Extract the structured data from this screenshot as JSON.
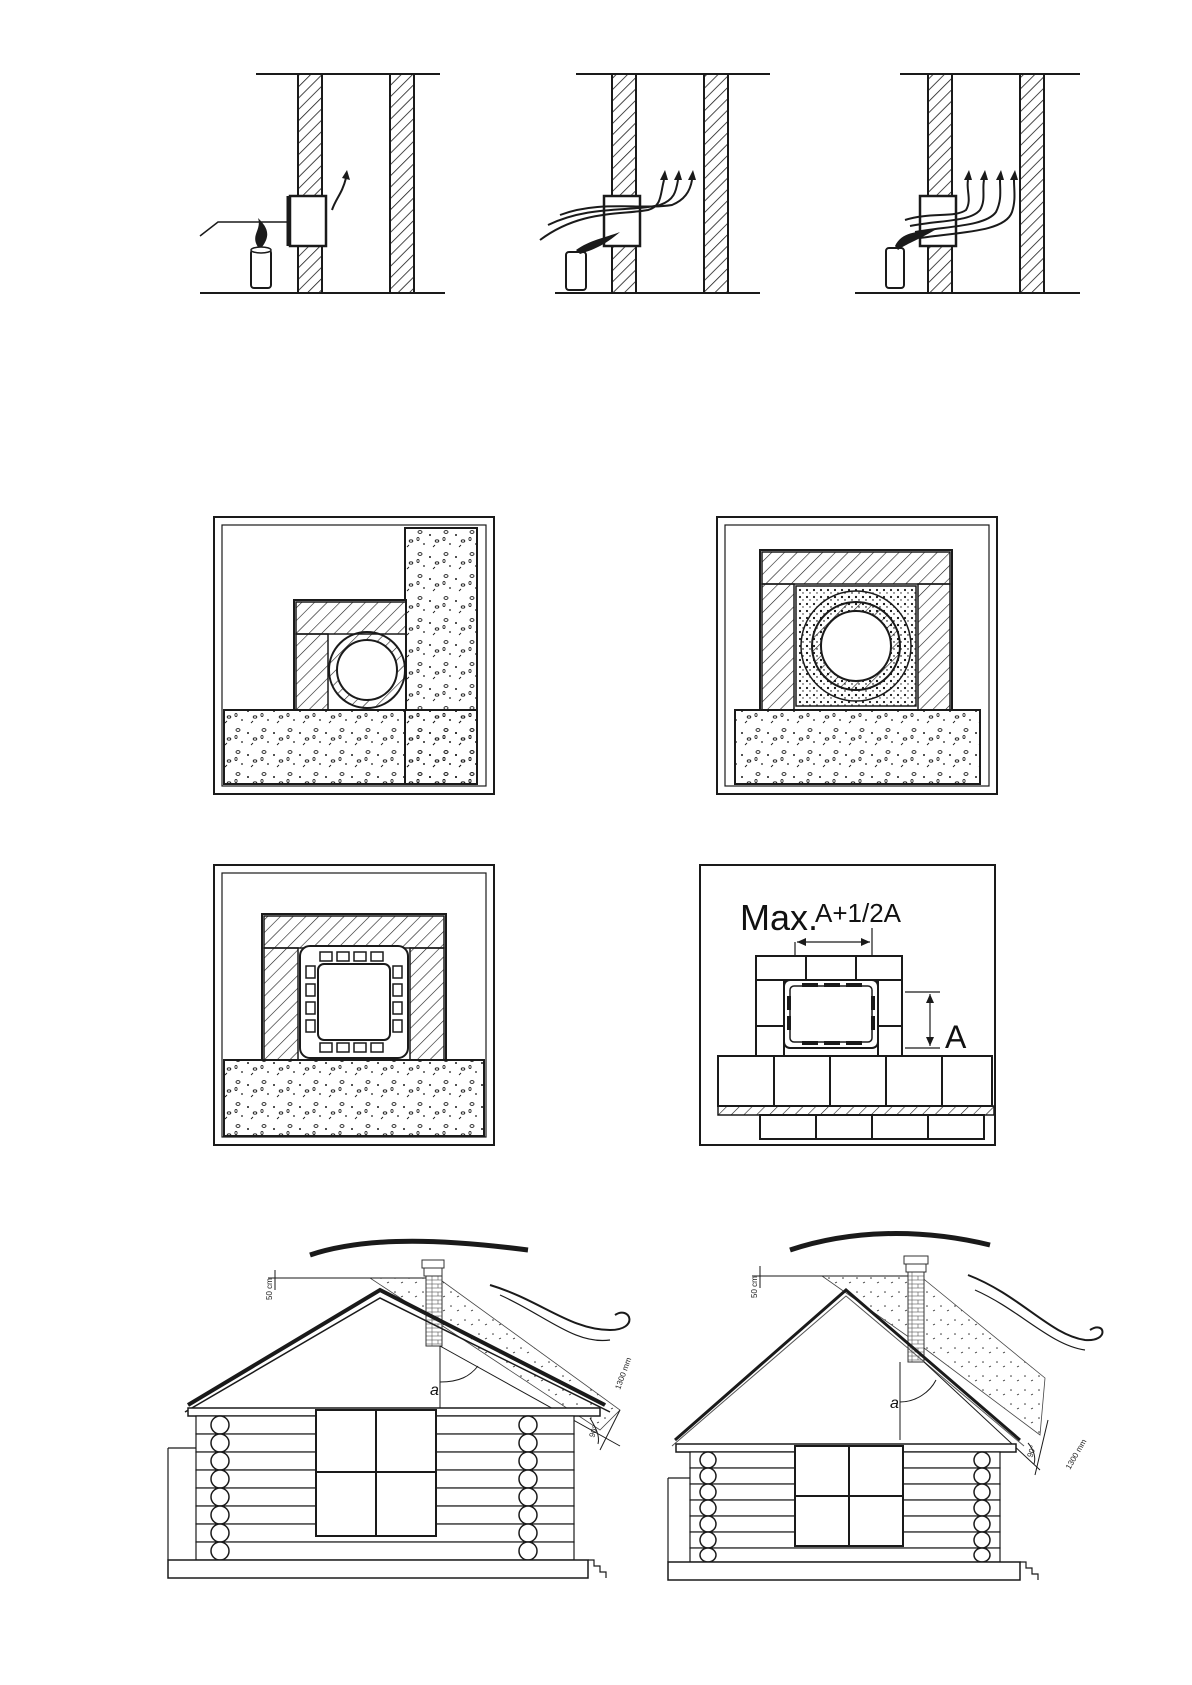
{
  "detail_4": {
    "label_max": "Max.",
    "label_formula": "A+1/2A",
    "label_a": "A"
  },
  "house_left": {
    "dim_height": "50 cm",
    "dim_length": "1300 mm",
    "angle_small": "90°",
    "angle_label": "a"
  },
  "house_right": {
    "dim_height": "50 cm",
    "dim_length": "1300 mm",
    "angle_small": "90°",
    "angle_label": "a"
  }
}
